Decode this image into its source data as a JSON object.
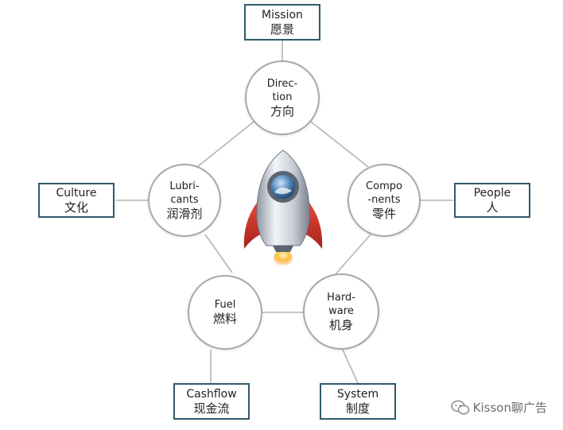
{
  "nodes": {
    "direction": {
      "en": "Direc-\ntion",
      "zh": "方向"
    },
    "lubricants": {
      "en": "Lubri-\ncants",
      "zh": "润滑剂"
    },
    "components": {
      "en": "Compo\n-nents",
      "zh": "零件"
    },
    "fuel": {
      "en": "Fuel",
      "zh": "燃料"
    },
    "hardware": {
      "en": "Hard-\nware",
      "zh": "机身"
    }
  },
  "boxes": {
    "mission": {
      "en": "Mission",
      "zh": "愿景"
    },
    "culture": {
      "en": "Culture",
      "zh": "文化"
    },
    "people": {
      "en": "People",
      "zh": "人"
    },
    "cashflow": {
      "en": "Cashflow",
      "zh": "现金流"
    },
    "system": {
      "en": "System",
      "zh": "制度"
    }
  },
  "watermark": {
    "text": "Kisson聊广告",
    "icon": "wechat-icon"
  },
  "colors": {
    "box_border": "#2f5a6b",
    "node_border": "#a8a8a8",
    "connector": "#b5b5b5",
    "rocket_red": "#d23a2a",
    "rocket_body": "#d9dde3",
    "flame": "#f5a623"
  }
}
